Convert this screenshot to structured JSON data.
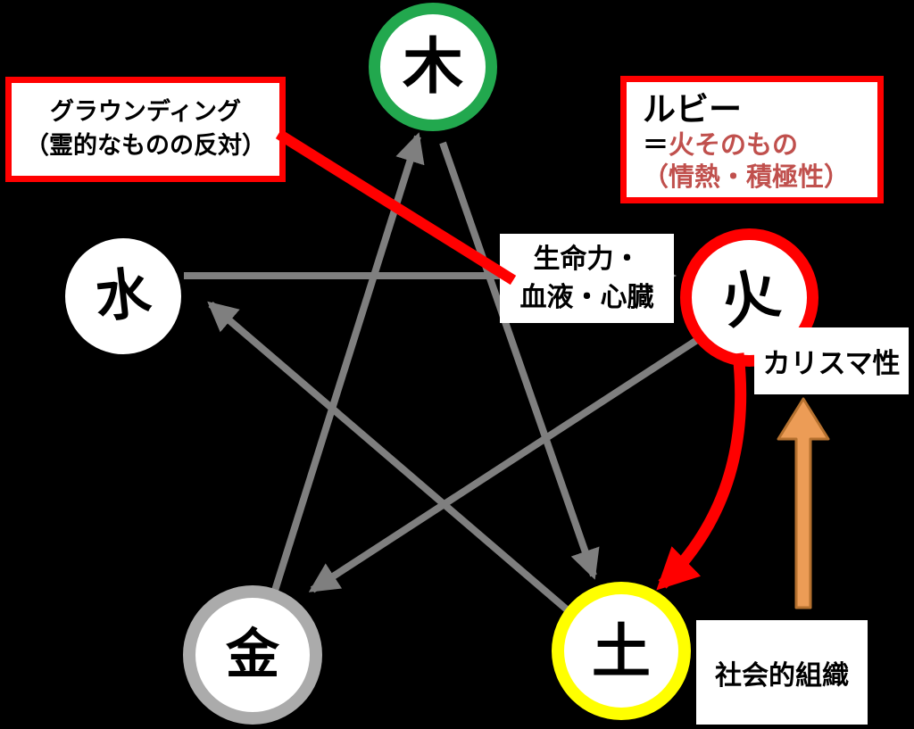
{
  "diagram": {
    "title_hint": "five-elements-wuxing-ruby-diagram",
    "background": "#000000",
    "nodes": {
      "wood": {
        "label": "木",
        "ring_color": "#22A84E"
      },
      "fire": {
        "label": "火",
        "ring_color": "#FF0000"
      },
      "earth": {
        "label": "土",
        "ring_color": "#FFFF00"
      },
      "metal": {
        "label": "金",
        "ring_color": "#ABABAB"
      },
      "water": {
        "label": "水",
        "ring_color": "#FFFFFF"
      }
    },
    "callouts": {
      "grounding": {
        "line1": "グラウンディング",
        "line2": "（霊的なものの反対）",
        "border_color": "#FF0000"
      },
      "ruby": {
        "title": "ルビー",
        "equals": "＝",
        "line2": "火そのもの",
        "line3": "（情熱・積極性）",
        "accent_color": "#C0504D",
        "border_color": "#FF0000"
      },
      "vitality": {
        "line1": "生命力・",
        "line2": "血液・心臓"
      },
      "charisma": {
        "label": "カリスマ性"
      },
      "social": {
        "label": "社会的組織"
      }
    },
    "arrows": {
      "gray_cycle": [
        {
          "from": "metal",
          "to": "wood"
        },
        {
          "from": "wood",
          "to": "earth"
        },
        {
          "from": "earth",
          "to": "water"
        },
        {
          "from": "water",
          "to": "fire"
        },
        {
          "from": "fire",
          "to": "metal"
        }
      ],
      "red_curved": {
        "from": "fire",
        "to": "earth"
      },
      "red_connector": {
        "from": "grounding-box",
        "to": "vitality-box"
      },
      "orange_up": {
        "from": "social-box",
        "to": "charisma-box"
      }
    },
    "colors": {
      "arrow_gray": "#7F7F7F",
      "accent_red": "#FF0000",
      "orange_fill": "#EC9C56",
      "orange_stroke": "#B5712F"
    }
  }
}
